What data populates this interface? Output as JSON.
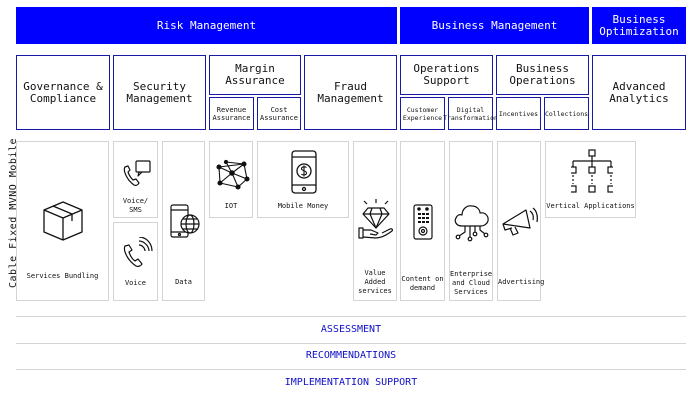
{
  "headers": {
    "risk": "Risk Management",
    "business": "Business Management",
    "optimization": "Business Optimization"
  },
  "boxes": {
    "governance": "Governance & Compliance",
    "security": "Security Management",
    "margin": "Margin Assurance",
    "revenue": "Revenue Assurance",
    "cost": "Cost Assurance",
    "fraud": "Fraud Management",
    "operations_support": "Operations Support",
    "customer_experience": "Customer Experience",
    "digital_transformation": "Digital Transformation",
    "business_operations": "Business Operations",
    "incentives": "Incentives",
    "collections": "Collections",
    "advanced_analytics": "Advanced Analytics"
  },
  "side_label": "Cable Fixed  MVNO Mobile",
  "tiles": {
    "services_bundling": "Services Bundling",
    "voice_sms": "Voice/ SMS",
    "voice": "Voice",
    "data": "Data",
    "iot": "IOT",
    "mobile_money": "Mobile Money",
    "value_added": "Value Added services",
    "content_on_demand": "Content on demand",
    "enterprise_cloud": "Enterprise and Cloud Services",
    "advertising": "Advertising",
    "vertical_applications": "Vertical Applications"
  },
  "bottom": {
    "assessment": "ASSESSMENT",
    "recommendations": "RECOMMENDATIONS",
    "implementation": "IMPLEMENTATION SUPPORT"
  },
  "colors": {
    "header_blue": "#0000ff",
    "border_navy": "#1a1aa8",
    "bottom_text": "#1010c8",
    "tile_border": "#d4d4d4"
  },
  "icons": {
    "services_bundling": "box-icon",
    "voice_sms": "phone-chat-icon",
    "voice": "phone-ringing-icon",
    "data": "smartphone-globe-icon",
    "iot": "network-nodes-icon",
    "mobile_money": "smartphone-dollar-icon",
    "value_added": "hand-diamond-icon",
    "content_on_demand": "remote-control-icon",
    "enterprise_cloud": "cloud-circuit-icon",
    "advertising": "megaphone-icon",
    "vertical_applications": "hierarchy-icon"
  }
}
